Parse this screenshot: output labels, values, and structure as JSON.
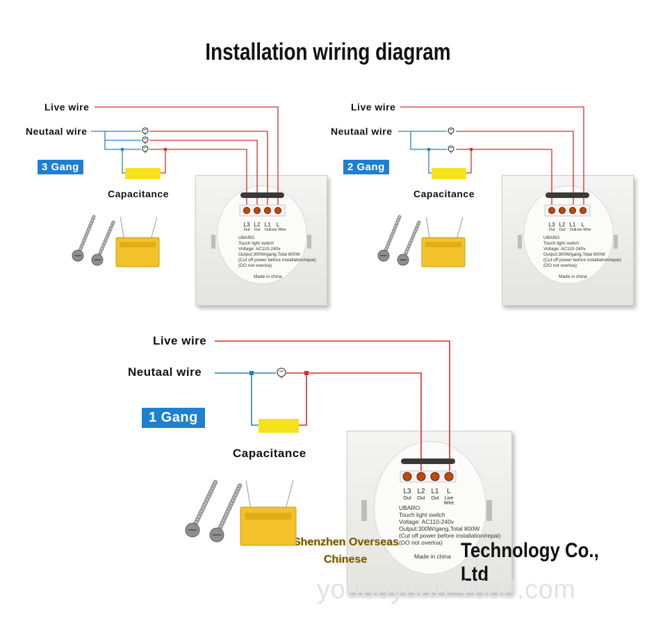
{
  "title": "Installation wiring diagram",
  "panels": {
    "three": {
      "gang": "3 Gang",
      "live": "Live wire",
      "neutral": "Neutaal wire",
      "cap": "Capacitance"
    },
    "two": {
      "gang": "2 Gang",
      "live": "Live wire",
      "neutral": "Neutaal wire",
      "cap": "Capacitance"
    },
    "one": {
      "gang": "1 Gang",
      "live": "Live wire",
      "neutral": "Neutaal wire",
      "cap": "Capacitance"
    }
  },
  "switch": {
    "terminals": [
      "L3",
      "L2",
      "L1",
      "L"
    ],
    "sub": [
      "Out",
      "Out",
      "Out",
      "Live Wire"
    ],
    "brand": "UBARO",
    "lines": [
      "Touch light switch",
      "Voltage: AC110-240v",
      "Output:300W/gang,Total 800W",
      "(Cut off power before installation/repai)",
      "(DO not overloa)"
    ],
    "footer": "Made  in  china"
  },
  "company": {
    "line1": "Shenzhen Overseas",
    "line2": "Chinese",
    "name": "Technology Co., Ltd"
  },
  "watermark": "youboyuan.1688.com",
  "colors": {
    "live": "#d42b2b",
    "neutral": "#2b7cc4",
    "gang_bg": "#1f7fd0",
    "capacitor": "#f6e21a"
  }
}
